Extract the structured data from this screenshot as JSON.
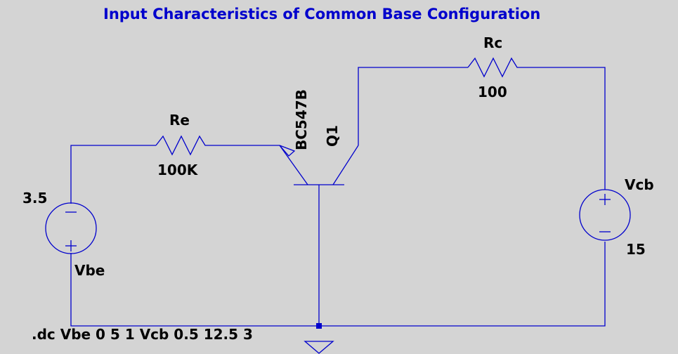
{
  "title": "Input Characteristics of Common Base Configuration",
  "colors": {
    "background": "#d4d4d4",
    "wire": "#0000cc",
    "title": "#0000cc",
    "label": "#000000"
  },
  "components": {
    "vbe": {
      "name": "Vbe",
      "value": "3.5"
    },
    "vcb": {
      "name": "Vcb",
      "value": "15"
    },
    "re": {
      "name": "Re",
      "value": "100K"
    },
    "rc": {
      "name": "Rc",
      "value": "100"
    },
    "q1": {
      "name": "Q1",
      "model": "BC547B"
    }
  },
  "directive": ".dc Vbe 0 5 1 Vcb 0.5 12.5 3",
  "icons": [
    "voltage-source-icon",
    "resistor-icon",
    "pnp-transistor-icon",
    "ground-icon",
    "junction-dot-icon"
  ]
}
